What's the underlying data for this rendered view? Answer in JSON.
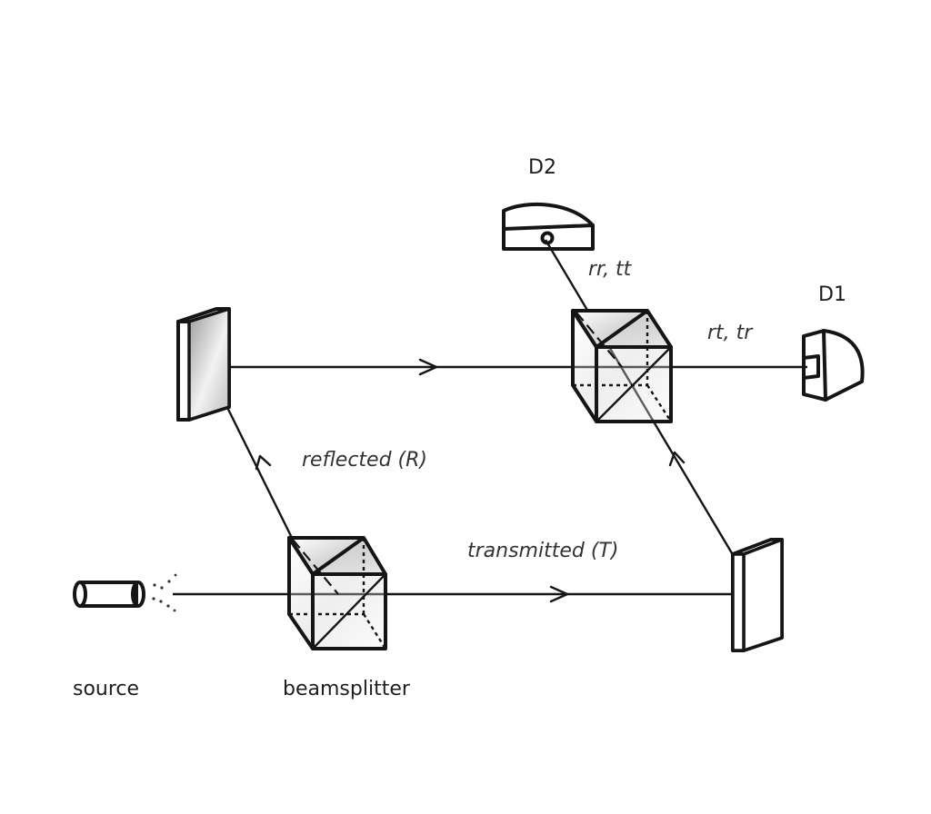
{
  "labels": {
    "source": "source",
    "beamsplitter": "beamsplitter",
    "reflected": "reflected (R)",
    "transmitted": "transmitted (T)",
    "rr_tt": "rr, tt",
    "rt_tr": "rt, tr",
    "d1": "D1",
    "d2": "D2"
  }
}
